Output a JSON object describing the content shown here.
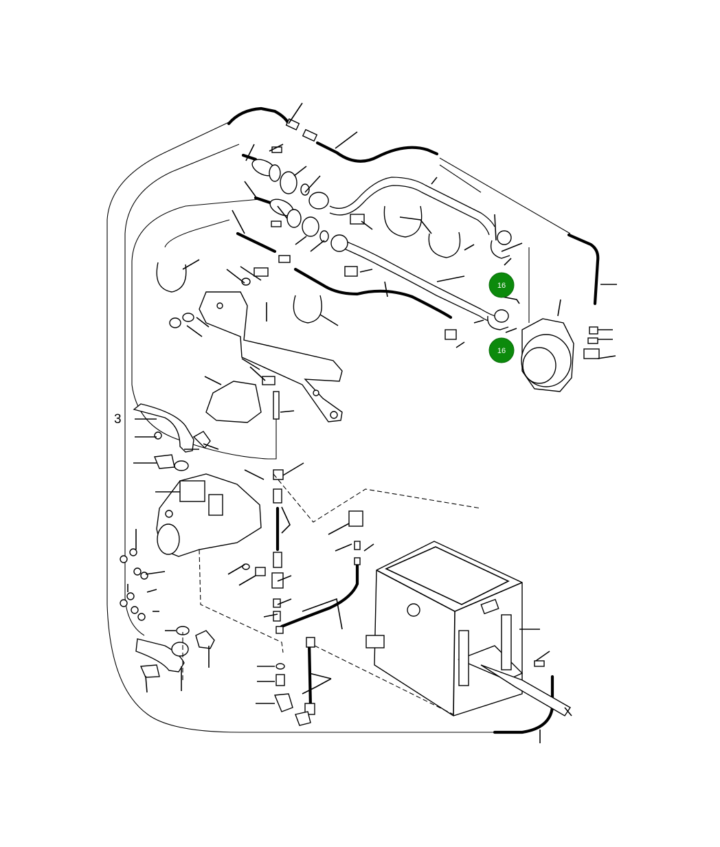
{
  "diagram": {
    "figure_label": "3",
    "callouts": [
      {
        "id": "callout-upper",
        "label": "16"
      },
      {
        "id": "callout-lower",
        "label": "16"
      }
    ],
    "colors": {
      "callout_fill": "#0c8a0c",
      "callout_text": "#ffffff",
      "line": "#000000",
      "background": "#ffffff"
    }
  }
}
